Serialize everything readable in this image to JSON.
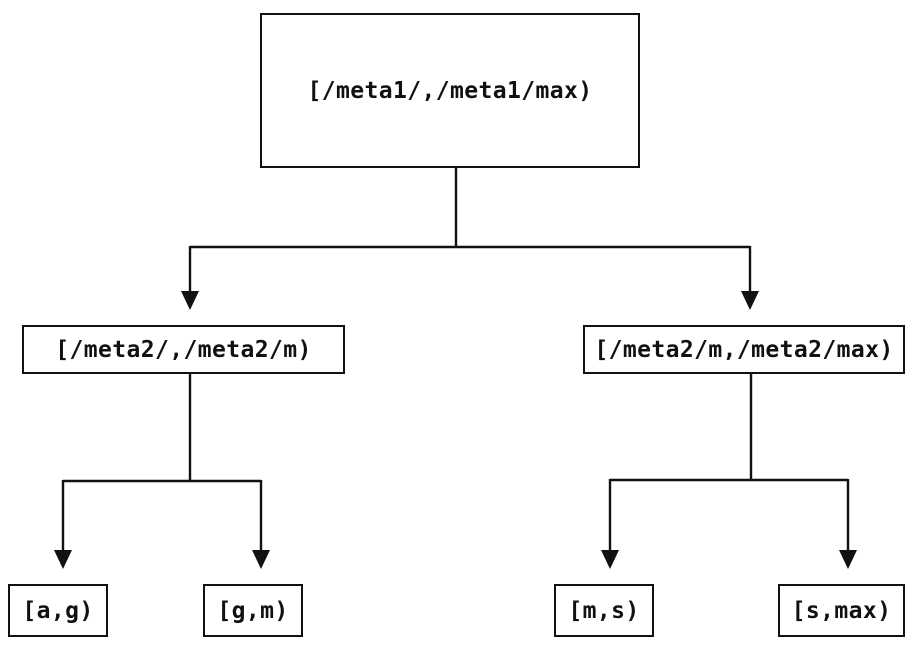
{
  "diagram": {
    "type": "binary-tree",
    "root": {
      "label": "[/meta1/,/meta1/max)"
    },
    "level2": [
      {
        "label": "[/meta2/,/meta2/m)"
      },
      {
        "label": "[/meta2/m,/meta2/max)"
      }
    ],
    "leaves": [
      {
        "label": "[a,g)"
      },
      {
        "label": "[g,m)"
      },
      {
        "label": "[m,s)"
      },
      {
        "label": "[s,max)"
      }
    ],
    "colors": {
      "line": "#111111",
      "background": "#ffffff",
      "text": "#111111"
    }
  }
}
